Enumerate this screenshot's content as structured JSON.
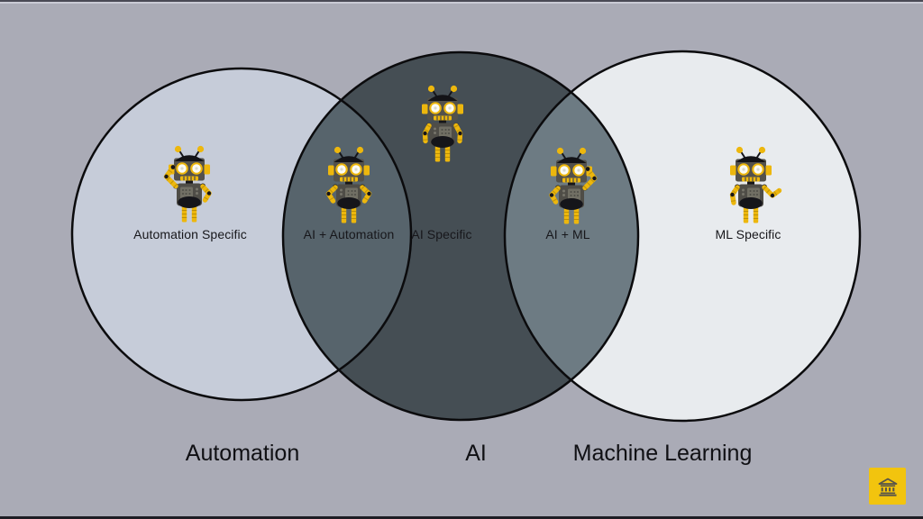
{
  "slide": {
    "background_color": "#aaabb6",
    "top_border_color": "#4a4a55",
    "bottom_border_color": "#1d1d24"
  },
  "venn": {
    "type": "venn-diagram",
    "outline_color": "#0b0b0d",
    "sets": [
      {
        "name": "Automation",
        "fill": "#c6ccd9"
      },
      {
        "name": "AI",
        "fill": "#454e54"
      },
      {
        "name": "Machine Learning",
        "fill": "#e8ebee"
      }
    ],
    "regions": [
      {
        "label": "Automation Specific",
        "icon": "robot-icon",
        "belongs_to": [
          "Automation"
        ]
      },
      {
        "label": "AI + Automation",
        "icon": "robot-icon",
        "belongs_to": [
          "AI",
          "Automation"
        ],
        "fill": "#57646c"
      },
      {
        "label": "AI Specific",
        "icon": "robot-icon",
        "belongs_to": [
          "AI"
        ]
      },
      {
        "label": "AI + ML",
        "icon": "robot-icon",
        "belongs_to": [
          "AI",
          "Machine Learning"
        ],
        "fill": "#6d7b83"
      },
      {
        "label": "ML Specific",
        "icon": "robot-icon",
        "belongs_to": [
          "Machine Learning"
        ]
      }
    ]
  },
  "robot_colors": {
    "yellow": "#edb70d",
    "body_gray": "#4f4d47",
    "head_gray": "#53514b",
    "black": "#15151a"
  },
  "logo": {
    "icon": "bank-icon",
    "background": "#f2c40e",
    "glyph_color": "#57544a"
  }
}
